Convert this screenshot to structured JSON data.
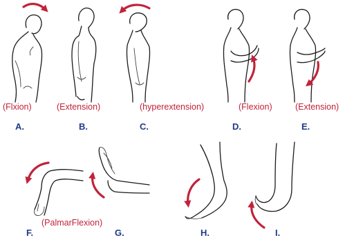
{
  "colors": {
    "caption": "#c0233b",
    "letter": "#1f3a8a",
    "arrow": "#c0233b",
    "line": "#1a1a1a"
  },
  "captions": {
    "a": "(Flxion)",
    "b": "(Extension)",
    "c": "(hyperextension)",
    "d": "(Flexion)",
    "e": "(Extension)",
    "fg": "(PalmarFlexion)"
  },
  "letters": {
    "a": "A.",
    "b": "B.",
    "c": "C.",
    "d": "D.",
    "e": "E.",
    "f": "F.",
    "g": "G.",
    "h": "H.",
    "i": "I."
  },
  "icons": [
    "curved-arrow-icon"
  ]
}
